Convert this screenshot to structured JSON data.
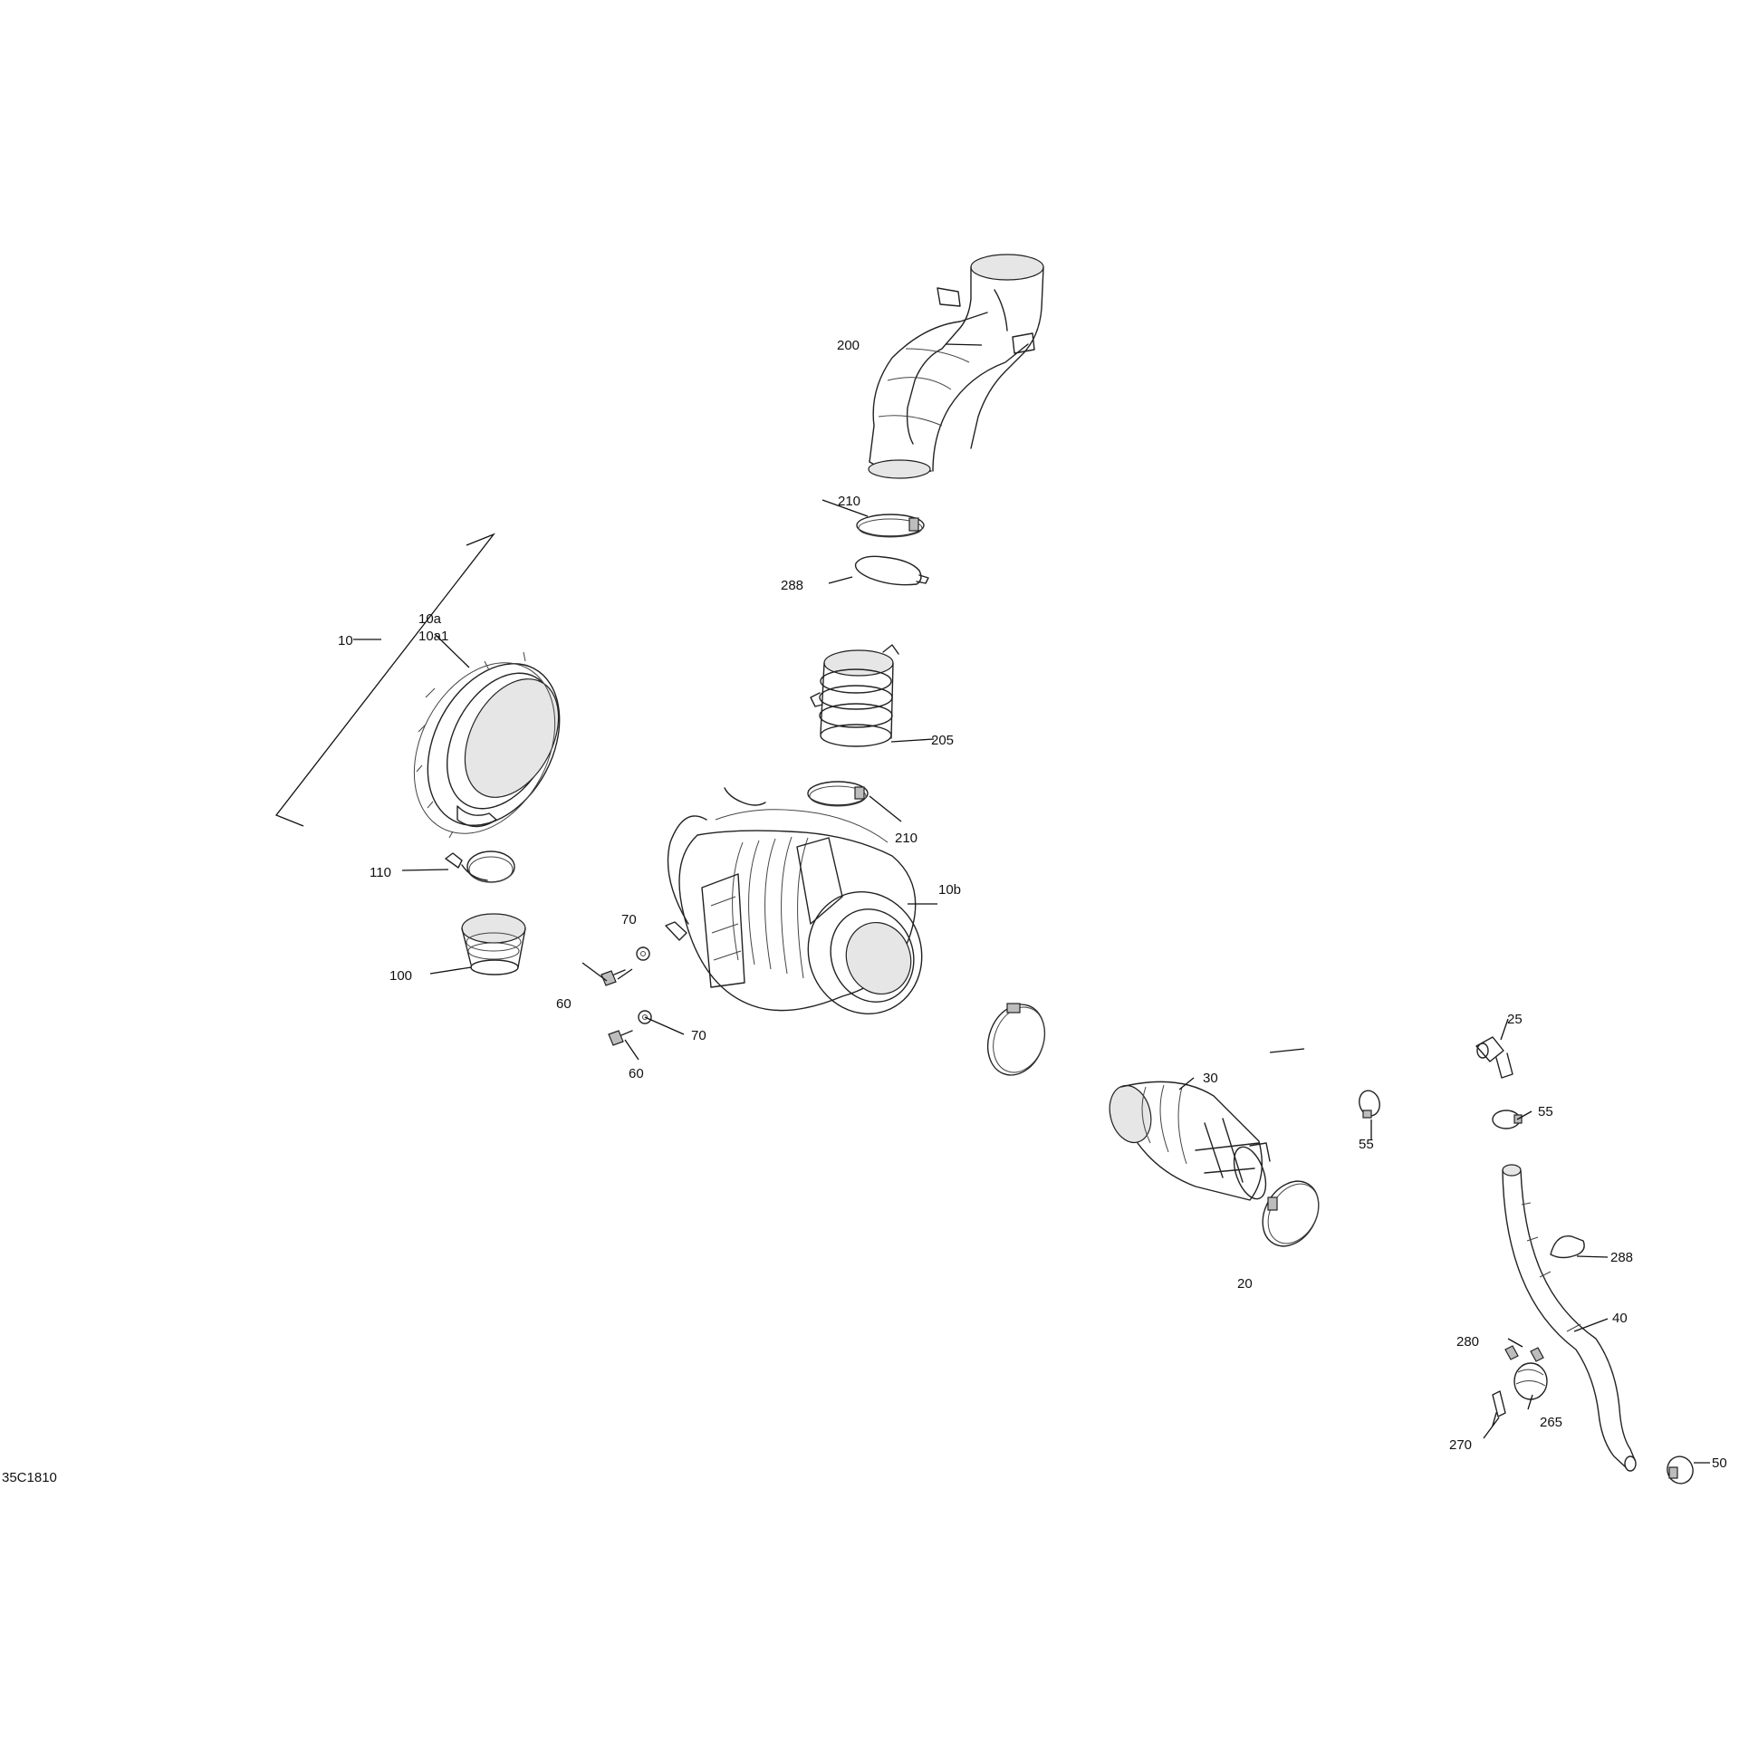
{
  "drawing_id": "35C1810",
  "callouts": {
    "c10": "10",
    "c10a": "10a",
    "c10a1": "10a1",
    "c10b": "10b",
    "c20": "20",
    "c25": "25",
    "c30": "30",
    "c40": "40",
    "c50": "50",
    "c55a": "55",
    "c55b": "55",
    "c60a": "60",
    "c60b": "60",
    "c70a": "70",
    "c70b": "70",
    "c100": "100",
    "c110": "110",
    "c200": "200",
    "c205": "205",
    "c210a": "210",
    "c210b": "210",
    "c265": "265",
    "c270": "270",
    "c280": "280",
    "c288a": "288",
    "c288b": "288"
  }
}
